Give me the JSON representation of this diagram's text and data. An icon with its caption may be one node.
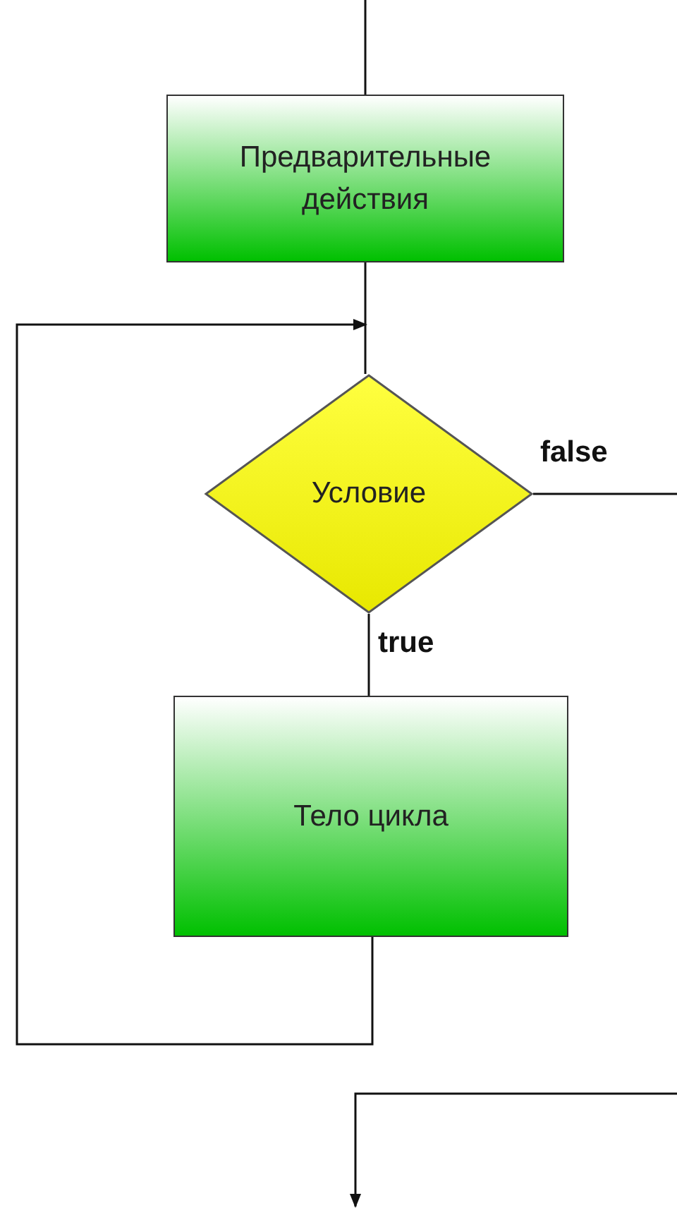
{
  "diagram": {
    "nodes": [
      {
        "text": [
          "Предварительные действия"
        ]
      },
      {
        "text": [
          "Условие"
        ]
      },
      {
        "text": [
          "Тело цикла"
        ]
      }
    ],
    "edges": [
      {
        "from": null,
        "to": 0,
        "arrow": "none"
      },
      {
        "from": 0,
        "to": 1,
        "arrow": "none"
      },
      {
        "from": 1,
        "to": 2,
        "arrow": "none",
        "label": "true"
      },
      {
        "from": 2,
        "to": 1,
        "arrow": "to"
      },
      {
        "from": 1,
        "to": null,
        "arrow": "to",
        "label": "false"
      }
    ]
  }
}
